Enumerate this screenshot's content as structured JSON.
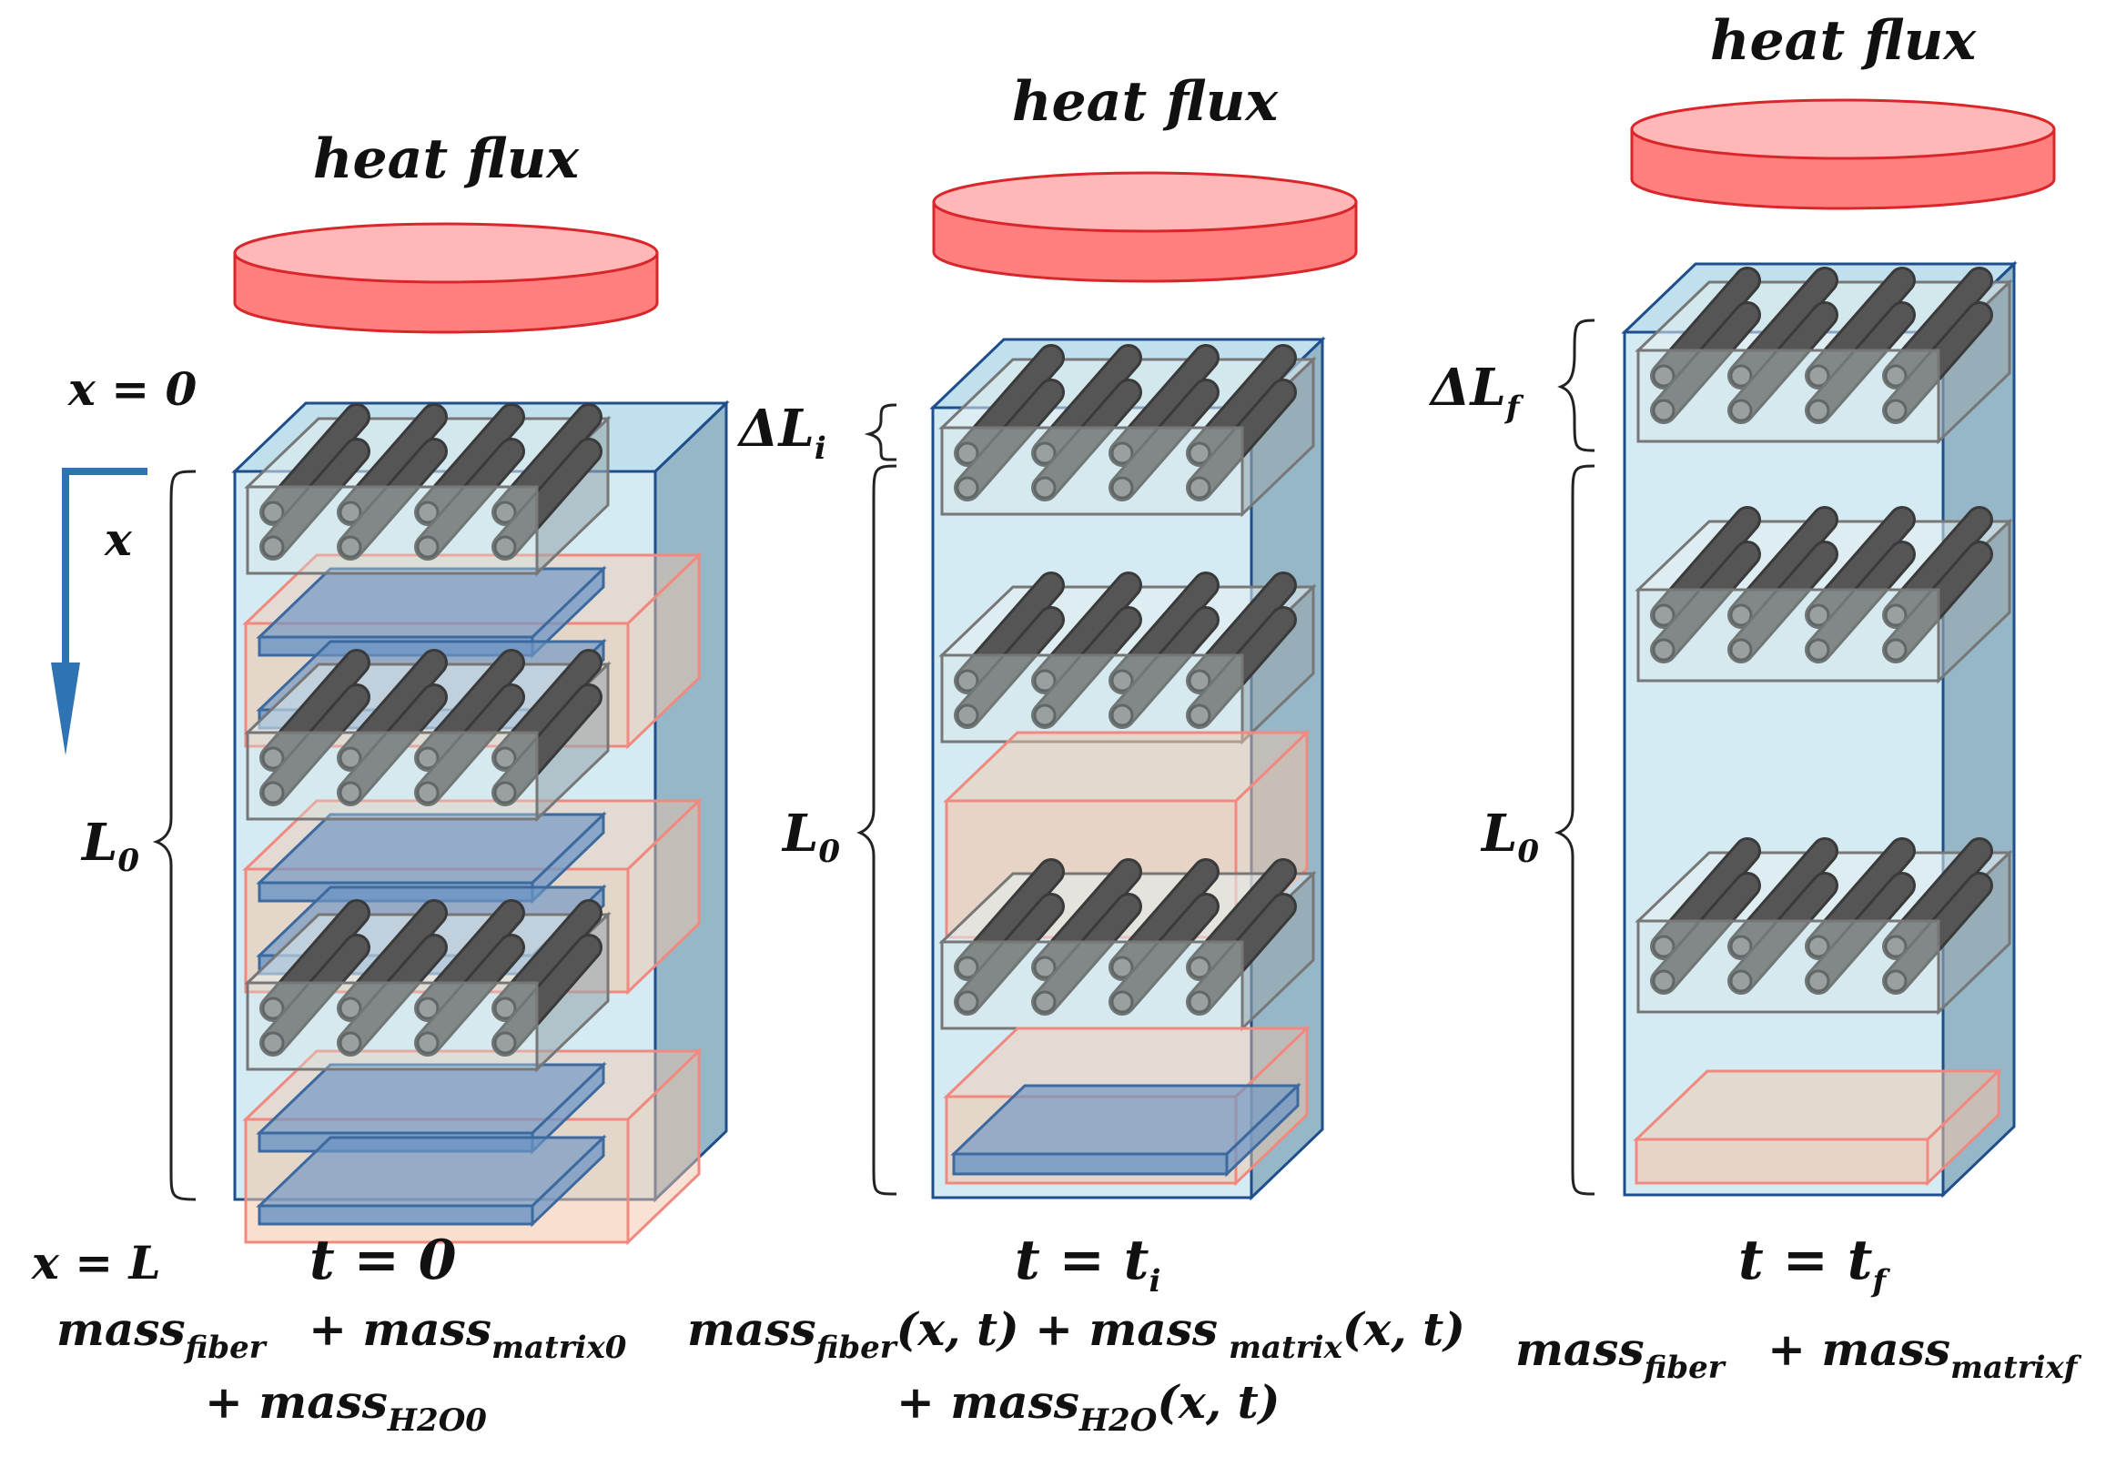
{
  "stages": [
    {
      "id": "t0",
      "heat_label": "heat flux",
      "top_position": "x = 0",
      "axis_label": "x",
      "length_label": "L",
      "length_sub": "0",
      "bottom_position": "x = L",
      "time_label": "t = 0",
      "mass_line1": [
        {
          "text": "mass",
          "sub": "fiber"
        },
        {
          "text": "+ mass",
          "sub": "matrix0"
        }
      ],
      "mass_line2": [
        {
          "text": "+ mass",
          "sub": "H2O0"
        }
      ]
    },
    {
      "id": "ti",
      "heat_label": "heat flux",
      "delta_label": "ΔL",
      "delta_sub": "i",
      "length_label": "L",
      "length_sub": "0",
      "time_main": "t = t",
      "time_sub": "i",
      "mass_line1": [
        {
          "text": "mass",
          "sub": "fiber",
          "after": "(x, t) + "
        },
        {
          "text": "mass",
          "sub": "matrix",
          "after": "(x, t)"
        }
      ],
      "mass_line2": [
        {
          "text": "+ mass",
          "sub": "H2O",
          "after": "(x, t)"
        }
      ]
    },
    {
      "id": "tf",
      "heat_label": "heat flux",
      "delta_label": "ΔL",
      "delta_sub": "f",
      "length_label": "L",
      "length_sub": "0",
      "time_main": "t = t",
      "time_sub": "f",
      "mass_line1": [
        {
          "text": "mass",
          "sub": "fiber"
        },
        {
          "text": "+ mass",
          "sub": "matrixf"
        }
      ]
    }
  ],
  "colors": {
    "heat_disk_fill": "#ff7f7f",
    "heat_disk_top": "#ffb7b7",
    "heat_disk_stroke": "#d9262b",
    "box_fill": "#cfe9f3",
    "box_side": "#8fb3c4",
    "box_stroke": "#1f4e8c",
    "fiber": "#555555",
    "fiber_end": "#7a7a7a",
    "matrix_fill": "#f3c4a8",
    "matrix_stroke": "#f08a80",
    "water_fill": "#6f97c4",
    "water_stroke": "#3d6a9e",
    "axis_arrow": "#2e74b5"
  }
}
